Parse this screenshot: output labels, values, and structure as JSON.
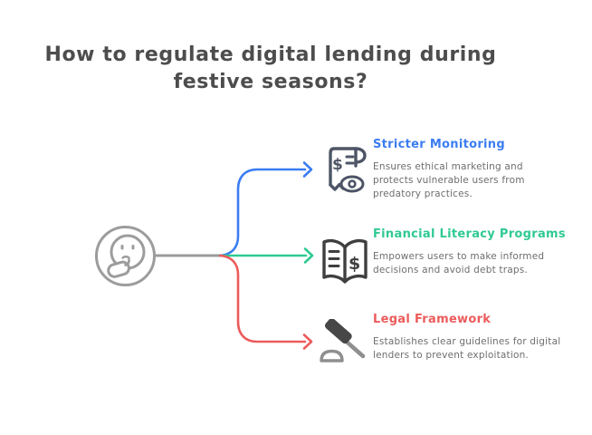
{
  "title": "How to regulate digital lending during festive seasons?",
  "colors": {
    "background": "#ffffff",
    "title_text": "#4d4d4d",
    "description_text": "#6e6e6e",
    "connector_gray": "#9c9c9c",
    "branch_blue": "#3b7df2",
    "branch_green": "#2fca92",
    "branch_red": "#ec5b5b",
    "icon_slate": "#4d5566",
    "icon_dark": "#3f3f3f",
    "icon_gray": "#8f8f8f"
  },
  "center_node": {
    "icon": "thinking-face-icon"
  },
  "branches": [
    {
      "label": "Stricter Monitoring",
      "description": "Ensures ethical marketing and protects vulnerable users from predatory practices.",
      "color": "#3b7df2",
      "icon": "receipt-eye-icon"
    },
    {
      "label": "Financial Literacy Programs",
      "description": "Empowers users to make informed decisions and avoid debt traps.",
      "color": "#2fca92",
      "icon": "open-book-dollar-icon"
    },
    {
      "label": "Legal Framework",
      "description": "Establishes clear guidelines for digital lenders to prevent exploitation.",
      "color": "#ec5b5b",
      "icon": "gavel-icon"
    }
  ]
}
